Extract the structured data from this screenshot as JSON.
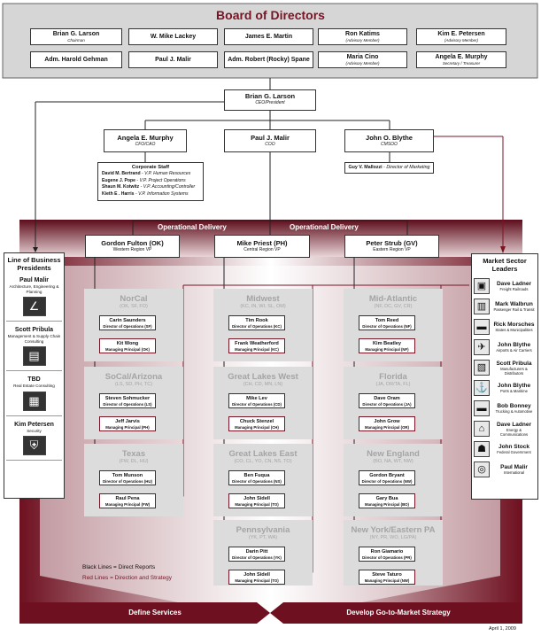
{
  "board": {
    "title": "Board of Directors",
    "members": [
      {
        "name": "Brian G. Larson",
        "title": "Chairman"
      },
      {
        "name": "W. Mike Lackey",
        "title": ""
      },
      {
        "name": "James E. Martin",
        "title": ""
      },
      {
        "name": "Ron Katims",
        "title": "(Advisory Member)"
      },
      {
        "name": "Kim E. Petersen",
        "title": "(Advisory Member)"
      },
      {
        "name": "Adm. Harold Gehman",
        "title": ""
      },
      {
        "name": "Paul J. Malir",
        "title": ""
      },
      {
        "name": "Adm. Robert (Rocky) Spane",
        "title": ""
      },
      {
        "name": "Maria Cino",
        "title": "(Advisory Member)"
      },
      {
        "name": "Angela E. Murphy",
        "title": "Secretary / Treasurer"
      }
    ]
  },
  "ceo": {
    "name": "Brian G. Larson",
    "title": "CEO/President"
  },
  "officers": [
    {
      "name": "Angela E. Murphy",
      "title": "CFO/CAO"
    },
    {
      "name": "Paul J. Malir",
      "title": "COO"
    },
    {
      "name": "John O. Blythe",
      "title": "CMSOO"
    }
  ],
  "corporate_staff": {
    "heading": "Corporate Staff",
    "lines": [
      {
        "name": "David M. Bertrand",
        "role": "V.P. Human Resources"
      },
      {
        "name": "Eugene J. Pope",
        "role": "V.P. Project Operations"
      },
      {
        "name": "Shaun M. Kotwitz",
        "role": "V.P. Accounting/Controller"
      },
      {
        "name": "Kieth E . Harris",
        "role": "V.P. Information Systems"
      }
    ]
  },
  "marketing": {
    "name": "Guy V. Mallozzi",
    "role": "Director of Marketing"
  },
  "banner": {
    "left": "Operational Delivery",
    "right": "Operational Delivery"
  },
  "region_vps": [
    {
      "name": "Gordon Fulton (OK)",
      "title": "Western Region VP"
    },
    {
      "name": "Mike Priest (PH)",
      "title": "Central Region VP"
    },
    {
      "name": "Peter Strub (GV)",
      "title": "Eastern Region VP"
    }
  ],
  "regions": [
    {
      "name": "NorCal",
      "codes": "(OK, SF, FO)",
      "director": "Carin Saunders",
      "director_title": "Director of Operations (SF)",
      "principal": "Kit Wong",
      "principal_title": "Managing Principal (OK)"
    },
    {
      "name": "SoCal/Arizona",
      "codes": "(LS, SD, PH, TC)",
      "director": "Steven Sohmucker",
      "director_title": "Director of Operations (LS)",
      "principal": "Jeff Jarvis",
      "principal_title": "Managing Principal (PH)"
    },
    {
      "name": "Texas",
      "codes": "(FW, DL, HU)",
      "director": "Tom Munson",
      "director_title": "Director of Operations (HU)",
      "principal": "Raul Pena",
      "principal_title": "Managing Principal (FW)"
    },
    {
      "name": "Midwest",
      "codes": "(KC, IN, WI, SL, OM)",
      "director": "Tim Rook",
      "director_title": "Director of Operations (KC)",
      "principal": "Frank Weatherford",
      "principal_title": "Managing Principal (KC)"
    },
    {
      "name": "Great Lakes West",
      "codes": "(CH, CD, MN, LN)",
      "director": "Mike Lev",
      "director_title": "Director of Operations (CD)",
      "principal": "Chuck Stenzel",
      "principal_title": "Managing Principal (CH)"
    },
    {
      "name": "Great Lakes East",
      "codes": "(CO, CL, YO, CN, NS, TO)",
      "director": "Ben Fuqua",
      "director_title": "Director of Operations (NS)",
      "principal": "John Sidell",
      "principal_title": "Managing Principal (TO)"
    },
    {
      "name": "Pennsylvania",
      "codes": "(YK, PT, WA)",
      "director": "Darin Pitt",
      "director_title": "Director of Operations (YK)",
      "principal": "John Sidell",
      "principal_title": "Managing Principal (TO)"
    },
    {
      "name": "Mid-Atlantic",
      "codes": "(NF, DC, GV, CR)",
      "director": "Tom Reed",
      "director_title": "Director of Operations (NF)",
      "principal": "Kim Beatley",
      "principal_title": "Managing Principal (NF)"
    },
    {
      "name": "Florida",
      "codes": "(JA, OR/TA, FL)",
      "director": "Dave Oram",
      "director_title": "Director of Operations (JA)",
      "principal": "John Grow",
      "principal_title": "Managing Principal (OR)"
    },
    {
      "name": "New England",
      "codes": "(BO, NA, WT, NW)",
      "director": "Gordon Bryant",
      "director_title": "Director of Operations (NW)",
      "principal": "Gary Bua",
      "principal_title": "Managing Principal (BO)"
    },
    {
      "name": "New York/Eastern PA",
      "codes": "(NY, PR, WO, LG/PA)",
      "director": "Ron Giamario",
      "director_title": "Director of Operations (PR)",
      "principal": "Steve Taturo",
      "principal_title": "Managing Principal (NW)"
    }
  ],
  "lob": {
    "title_1": "Line of Business",
    "title_2": "Presidents",
    "items": [
      {
        "name": "Paul Malir",
        "title": "Architecture, Engineering & Planning",
        "icon": "compass-icon"
      },
      {
        "name": "Scott Pribula",
        "title": "Management & Supply Chain Consulting",
        "icon": "chart-icon"
      },
      {
        "name": "TBD",
        "title": "Real Estate Consulting",
        "icon": "building-icon"
      },
      {
        "name": "Kim Petersen",
        "title": "Security",
        "icon": "shield-icon"
      }
    ]
  },
  "msl": {
    "title_1": "Market Sector",
    "title_2": "Leaders",
    "items": [
      {
        "name": "Dave Ladner",
        "title": "Freight Railroads",
        "icon": "locomotive-icon"
      },
      {
        "name": "Mark Walbrun",
        "title": "Passenger Rail & Transit",
        "icon": "train-icon"
      },
      {
        "name": "Rick Morsches",
        "title": "States & Municipalities",
        "icon": "truck-icon"
      },
      {
        "name": "John Blythe",
        "title": "Airports & Air Carriers",
        "icon": "airplane-icon"
      },
      {
        "name": "Scott Pribula",
        "title": "Manufacturers & Distributors",
        "icon": "factory-icon"
      },
      {
        "name": "John Blythe",
        "title": "Ports & Maritime",
        "icon": "ship-icon"
      },
      {
        "name": "Bob Bonney",
        "title": "Trucking & Automotive",
        "icon": "truck-icon"
      },
      {
        "name": "Dave Ladner",
        "title": "Energy & Communications",
        "icon": "tower-icon"
      },
      {
        "name": "John Stock",
        "title": "Federal Government",
        "icon": "capitol-icon"
      },
      {
        "name": "Paul Malir",
        "title": "International",
        "icon": "globe-icon"
      }
    ]
  },
  "legend": {
    "black": "Black Lines = Direct Reports",
    "red": "Red Lines = Direction and Strategy"
  },
  "footer": {
    "left": "Define Services",
    "right": "Develop Go-to-Market Strategy",
    "date": "April 1, 2009"
  },
  "colors": {
    "brand": "#7a1424",
    "banner_dark": "#5d0c1a",
    "region_bg": "#dddcdc",
    "region_text": "#a4a4a4"
  }
}
